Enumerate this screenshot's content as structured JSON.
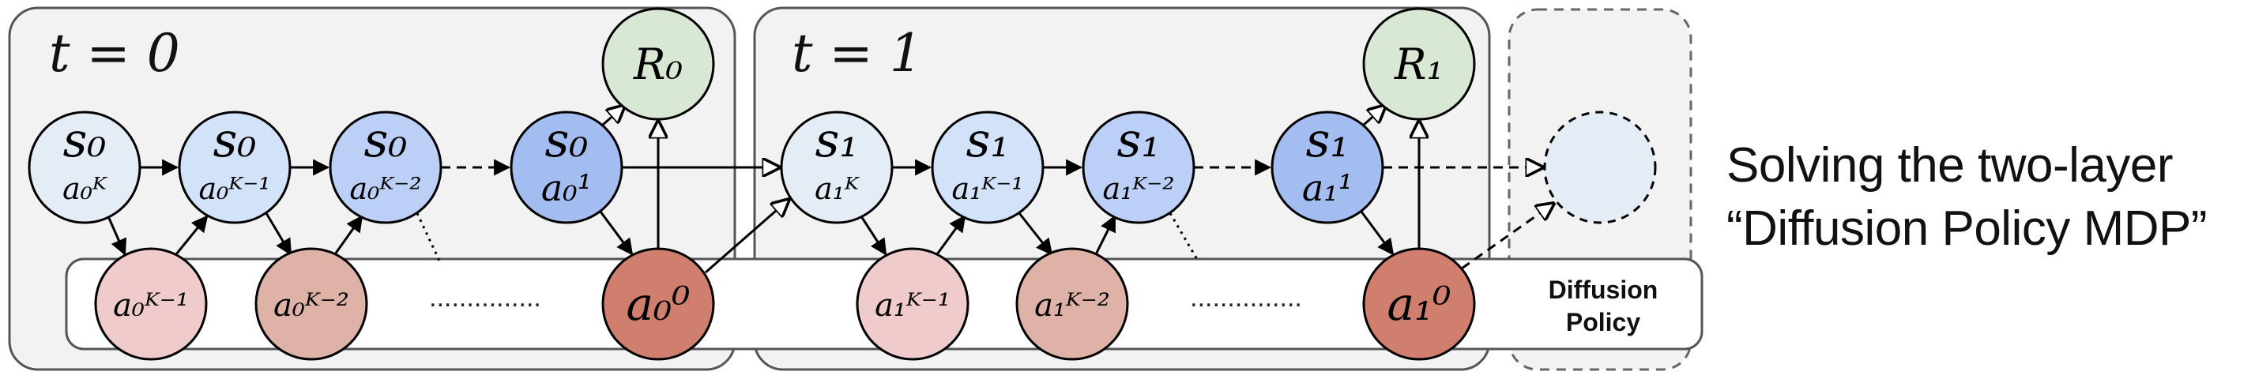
{
  "timesteps": [
    {
      "label": "t = 0",
      "reward": "R₀"
    },
    {
      "label": "t = 1",
      "reward": "R₁"
    }
  ],
  "state_nodes": [
    {
      "s": "s₀",
      "a": "a₀ᴷ"
    },
    {
      "s": "s₀",
      "a": "a₀ᴷ⁻¹"
    },
    {
      "s": "s₀",
      "a": "a₀ᴷ⁻²"
    },
    {
      "s": "s₀",
      "a": "a₀¹"
    },
    {
      "s": "s₁",
      "a": "a₁ᴷ"
    },
    {
      "s": "s₁",
      "a": "a₁ᴷ⁻¹"
    },
    {
      "s": "s₁",
      "a": "a₁ᴷ⁻²"
    },
    {
      "s": "s₁",
      "a": "a₁¹"
    }
  ],
  "action_nodes": [
    "a₀ᴷ⁻¹",
    "a₀ᴷ⁻²",
    "a₀⁰",
    "a₁ᴷ⁻¹",
    "a₁ᴷ⁻²",
    "a₁⁰"
  ],
  "ellipsis": "...............",
  "diffusion_policy_label": [
    "Diffusion",
    "Policy"
  ],
  "caption": [
    "Solving the two-layer",
    "“Diffusion Policy MDP”"
  ],
  "colors": {
    "state_gradient": [
      "#e4ecf5",
      "#d2e2f8",
      "#bccff7",
      "#a4bdf0"
    ],
    "action_light": "#efcccb",
    "action_mid": "#deb2a6",
    "action_final": "#d07e6d",
    "reward": "#d9e8d4",
    "future": "#e4ecf5",
    "panel": "#f2f2f2"
  }
}
